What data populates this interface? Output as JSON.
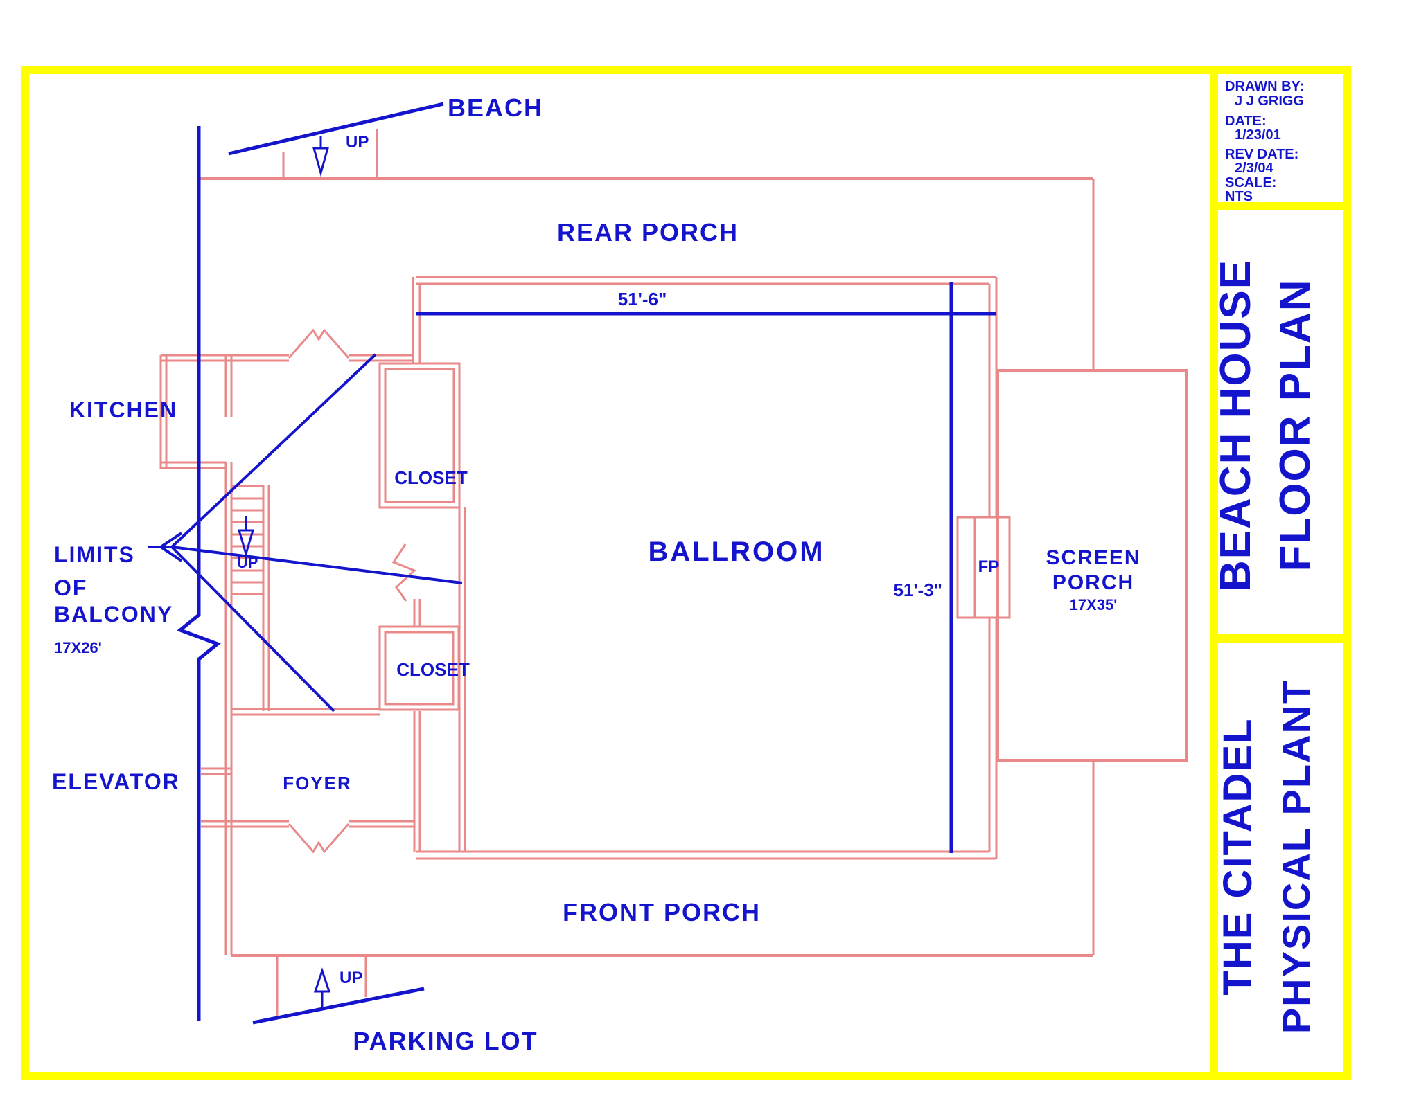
{
  "colors": {
    "line_blue": "#1414cc",
    "wall_pink": "#e98989",
    "frame_yellow": "#ffff00",
    "background": "#ffffff"
  },
  "title_block": {
    "drawn_by_label": "DRAWN BY:",
    "drawn_by": "J J GRIGG",
    "date_label": "DATE:",
    "date": "1/23/01",
    "rev_date_label": "REV DATE:",
    "rev_date": "2/3/04",
    "scale_label": "SCALE:",
    "scale": "NTS"
  },
  "sidebar": {
    "project_title_line1": "BEACH HOUSE",
    "project_title_line2": "FLOOR PLAN",
    "org_line1": "THE CITADEL",
    "org_line2": "PHYSICAL PLANT"
  },
  "plan": {
    "labels": {
      "beach": "BEACH",
      "rear_porch": "REAR PORCH",
      "kitchen": "KITCHEN",
      "limits_line1": "LIMITS",
      "limits_line2": "OF",
      "limits_line3": "BALCONY",
      "balcony_size": "17X26'",
      "elevator": "ELEVATOR",
      "foyer": "FOYER",
      "closet_upper": "CLOSET",
      "closet_lower": "CLOSET",
      "ballroom": "BALLROOM",
      "fireplace": "FP",
      "screen_porch_line1": "SCREEN",
      "screen_porch_line2": "PORCH",
      "screen_porch_size": "17X35'",
      "front_porch": "FRONT PORCH",
      "parking_lot": "PARKING LOT",
      "up_beach": "UP",
      "up_stairs": "UP",
      "up_parking": "UP",
      "dim_width": "51'-6\"",
      "dim_height": "51'-3\""
    }
  }
}
